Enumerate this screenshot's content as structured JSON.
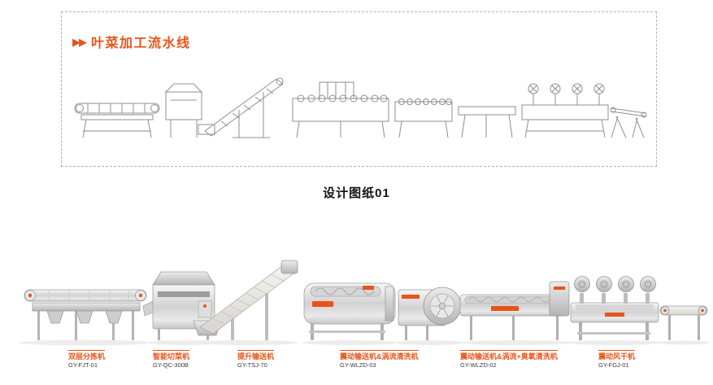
{
  "header": {
    "marker": "▶▶",
    "title": "叶菜加工流水线"
  },
  "caption": "设计图纸01",
  "machines": [
    {
      "name": "双层分拣机",
      "model": "GY-FJT-01"
    },
    {
      "name": "智能切菜机",
      "model": "GY-QC-300B"
    },
    {
      "name": "提升输送机",
      "model": "GY-TSJ-70"
    },
    {
      "name": "震动输送机&涡流清洗机",
      "model": "GY-WLZD-03"
    },
    {
      "name": "震动输送机&涡流+臭氧清洗机",
      "model": "GY-WLZD-02"
    },
    {
      "name": "震动风干机",
      "model": "GY-FGJ-01"
    }
  ],
  "colors": {
    "accent": "#e85418"
  }
}
